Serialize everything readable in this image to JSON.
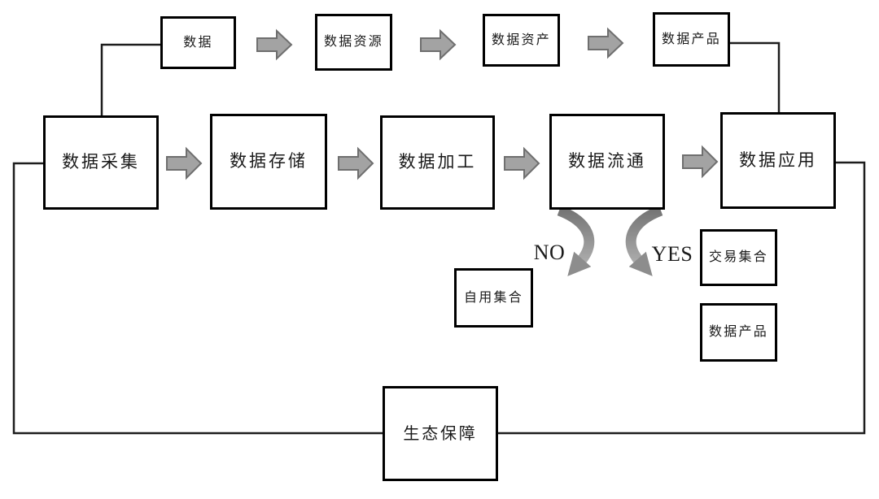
{
  "diagram": {
    "title": "data-element-flow-diagram",
    "top_row": [
      {
        "label": "数据"
      },
      {
        "label": "数据资源"
      },
      {
        "label": "数据资产"
      },
      {
        "label": "数据产品"
      }
    ],
    "main_row": [
      {
        "label": "数据采集"
      },
      {
        "label": "数据存储"
      },
      {
        "label": "数据加工"
      },
      {
        "label": "数据流通"
      },
      {
        "label": "数据应用"
      }
    ],
    "branch": {
      "no_label": "NO",
      "yes_label": "YES",
      "no_target": "自用集合",
      "yes_targets": [
        "交易集合",
        "数据产品"
      ]
    },
    "bottom": {
      "label": "生态保障"
    },
    "colors": {
      "background": "#ffffff",
      "box_border": "#000000",
      "line": "#1d1d1d",
      "block_arrow_fill": "#a3a3a3",
      "block_arrow_stroke": "#6f6f6f",
      "curve_arrow_dark": "#757575",
      "curve_arrow_light": "#ababab"
    }
  }
}
